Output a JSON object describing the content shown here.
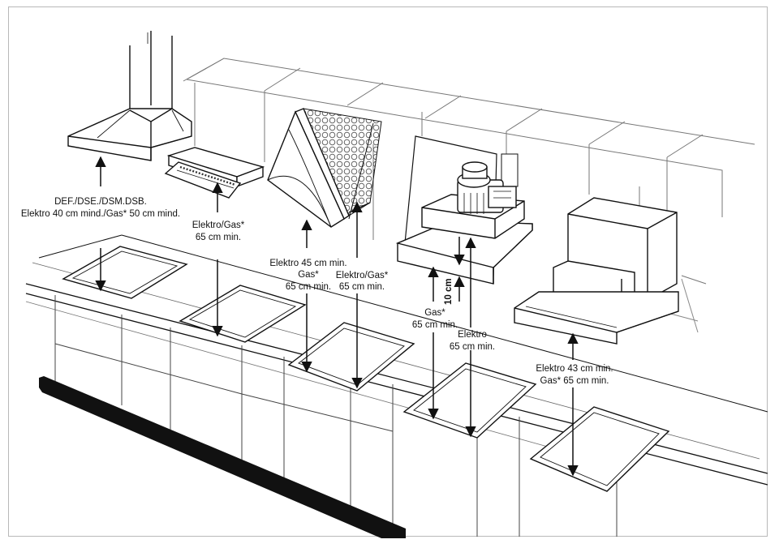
{
  "labels": {
    "hood_chimney": {
      "line1": "DEF./DSE./DSM.DSB.",
      "line2": "Elektro 40 cm mind./Gas* 50 cm mind."
    },
    "hood_slim": {
      "line1": "Elektro/Gas*",
      "line2": "65 cm min."
    },
    "hood_glass_elektro": {
      "line1": "Elektro 45 cm min.",
      "line2": "Gas*",
      "line3": "65 cm min."
    },
    "hood_glass_elektro_gas": {
      "line1": "Elektro/Gas*",
      "line2": "65 cm min."
    },
    "hood_motor_gas": {
      "line1": "Gas*",
      "line2": "65 cm min."
    },
    "hood_motor_offset": "10 cm",
    "hood_motor_elektro": {
      "line1": "Elektro",
      "line2": "65 cm min."
    },
    "hood_drawer": {
      "line1": "Elektro 43 cm min.",
      "line2": "Gas* 65 cm min."
    }
  }
}
